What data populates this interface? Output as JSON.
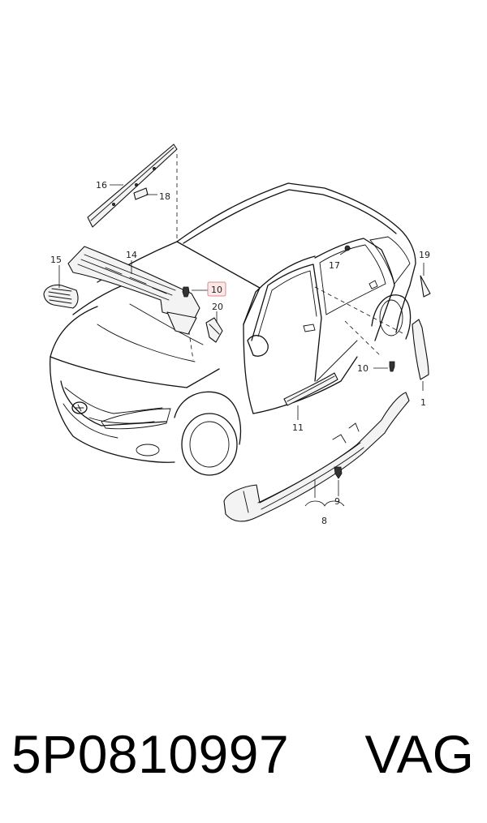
{
  "labels": {
    "l1": "1",
    "l8": "8",
    "l9": "9",
    "l10a": "10",
    "l10b": "10",
    "l11": "11",
    "l14": "14",
    "l15": "15",
    "l16": "16",
    "l17": "17",
    "l18": "18",
    "l19": "19",
    "l20": "20"
  },
  "highlight_color": "#d88888",
  "footer": {
    "part_number": "5P0810997",
    "brand": "VAG"
  }
}
